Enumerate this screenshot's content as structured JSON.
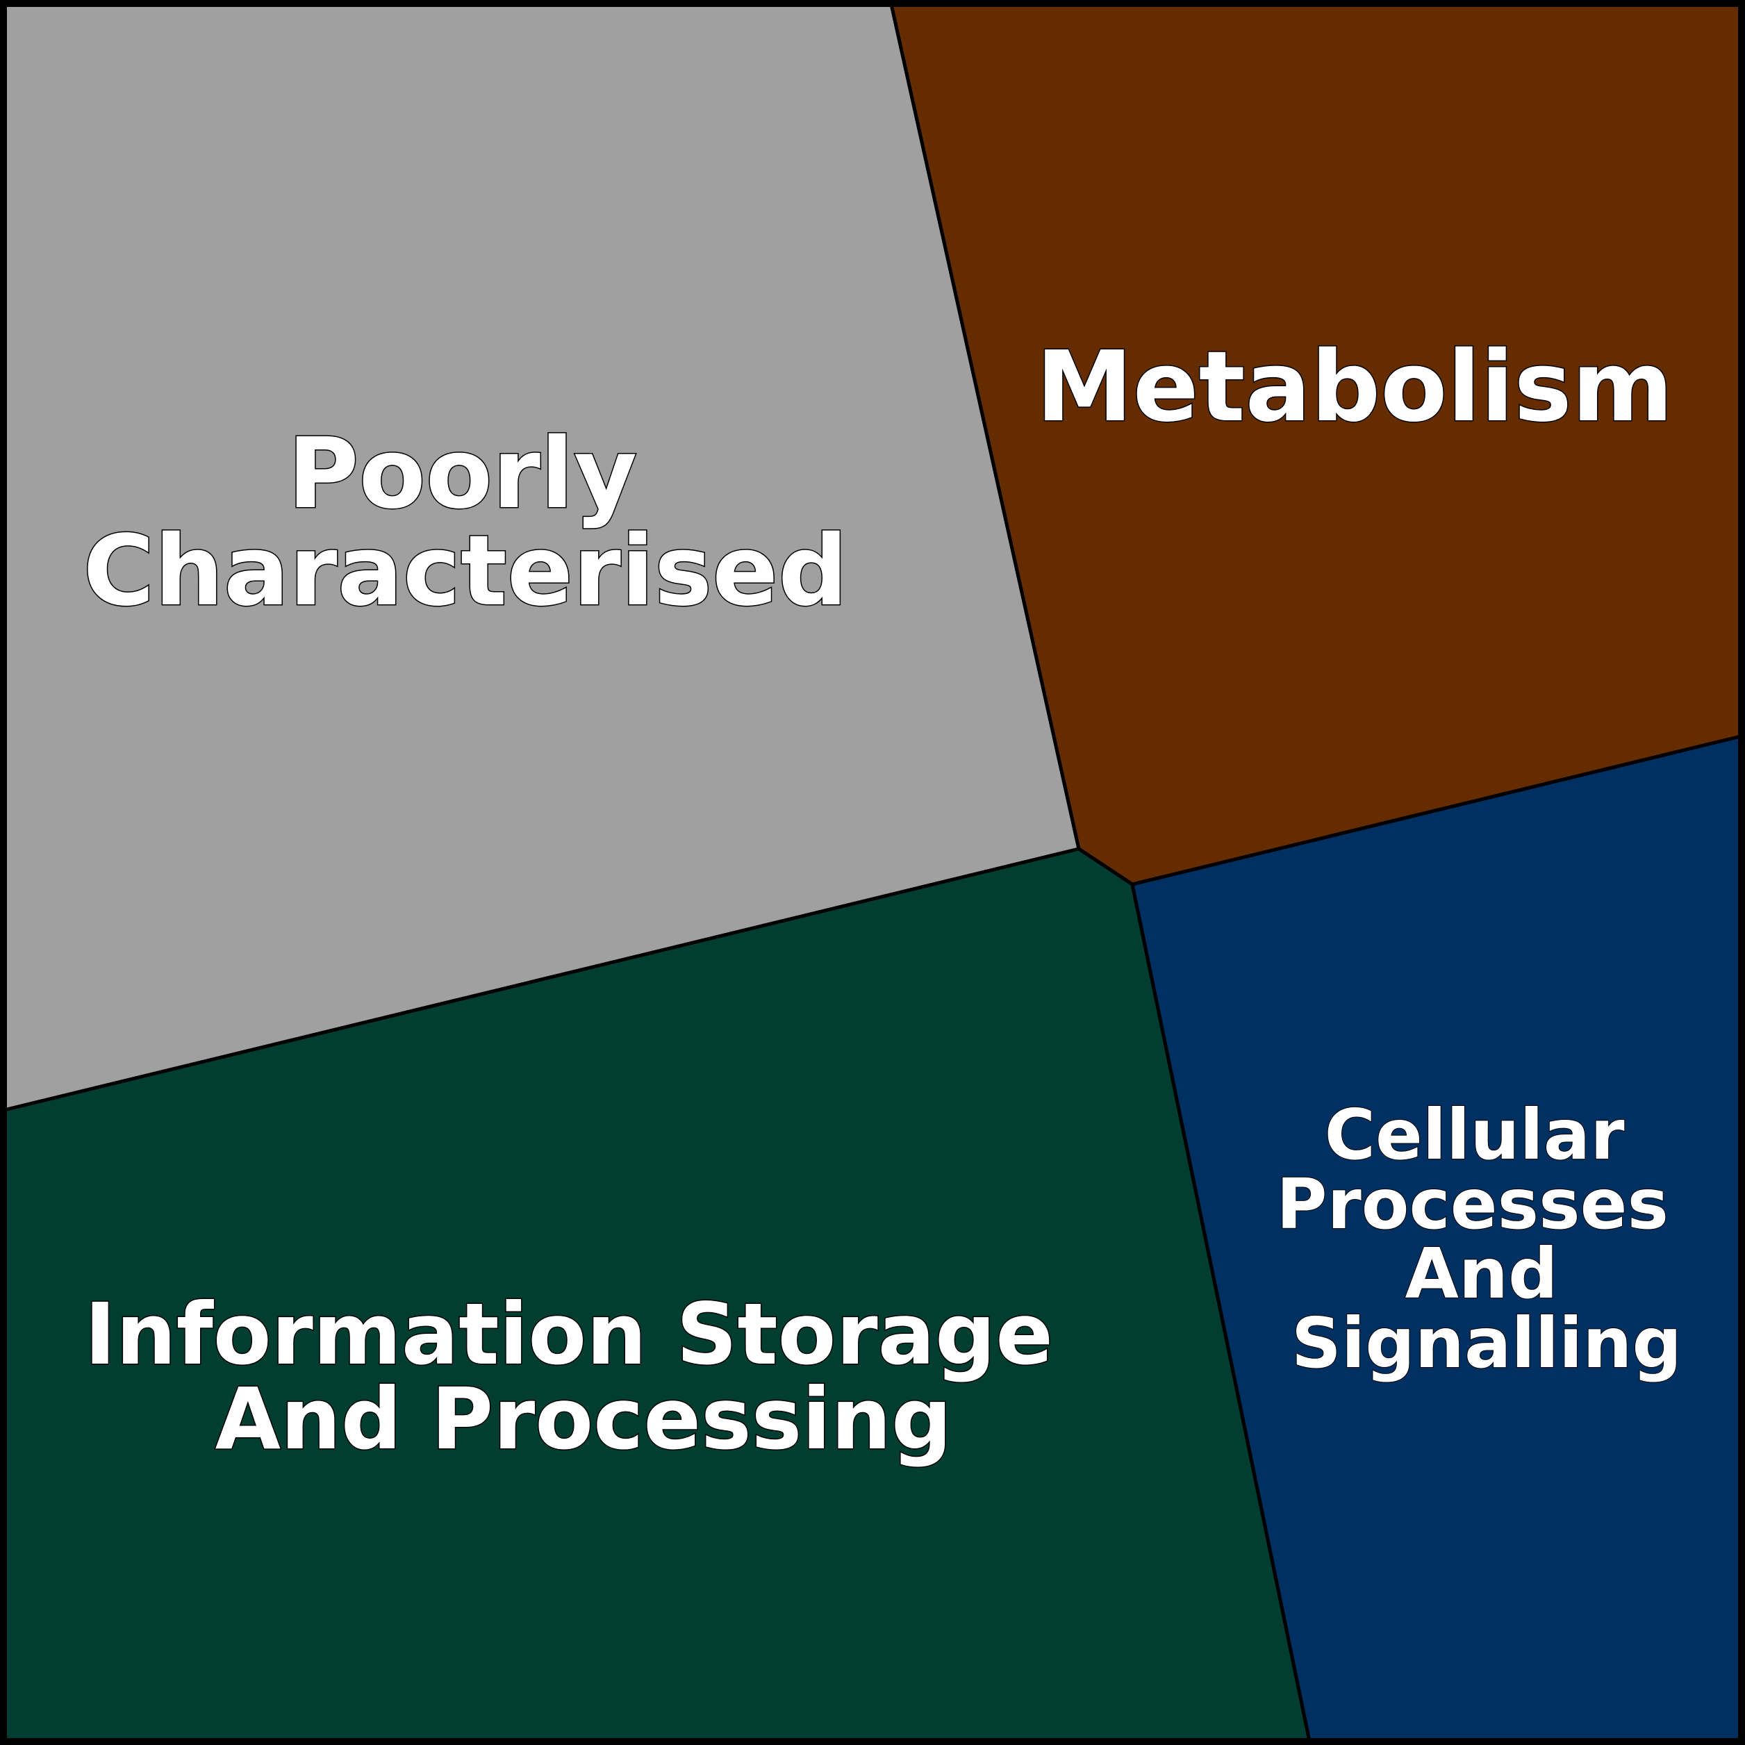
{
  "diagram": {
    "type": "voronoi-treemap",
    "cells": [
      {
        "id": "poorly",
        "label_lines": [
          "Poorly",
          "Characterised"
        ],
        "color": "#a0a0a0"
      },
      {
        "id": "metabolism",
        "label_lines": [
          "Metabolism"
        ],
        "color": "#652c00"
      },
      {
        "id": "information",
        "label_lines": [
          "Information Storage",
          "And Processing"
        ],
        "color": "#013e31"
      },
      {
        "id": "cellular",
        "label_lines": [
          "Cellular",
          "Processes",
          "And",
          "Signalling"
        ],
        "color": "#003062"
      }
    ],
    "border_color": "#000000",
    "label_color": "#ffffff"
  }
}
